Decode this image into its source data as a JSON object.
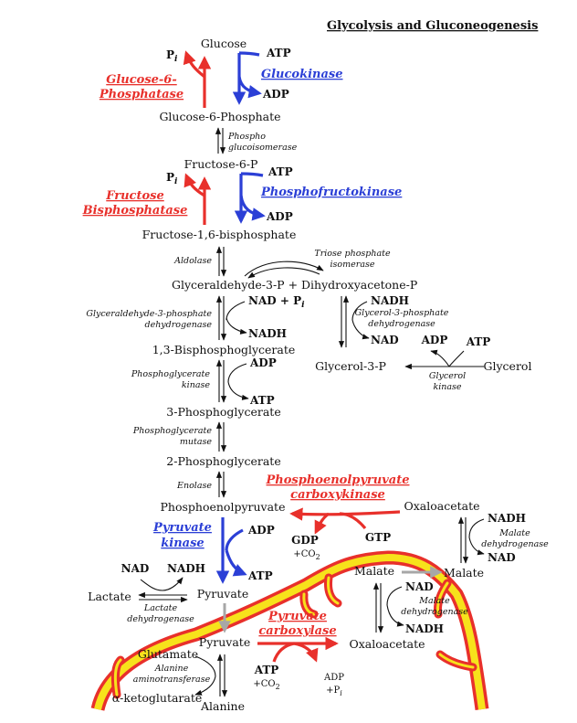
{
  "title": "Glycolysis and Gluconeogenesis",
  "metabolites": {
    "glucose": "Glucose",
    "g6p": "Glucose-6-Phosphate",
    "f6p": "Fructose-6-P",
    "f16bp": "Fructose-1,6-bisphosphate",
    "gap_dhap": "Glyceraldehyde-3-P + Dihydroxyacetone-P",
    "bpg13": "1,3-Bisphosphoglycerate",
    "pg3": "3-Phosphoglycerate",
    "pg2": "2-Phosphoglycerate",
    "pep": "Phosphoenolpyruvate",
    "oaa_top": "Oxaloacetate",
    "pyruvate_cyto": "Pyruvate",
    "lactate": "Lactate",
    "malate_left": "Malate",
    "malate_right": "Malate",
    "pyruvate_mito": "Pyruvate",
    "oaa_mito": "Oxaloacetate",
    "glutamate": "Glutamate",
    "alpha_kg": "α-ketoglutarate",
    "alanine": "Alanine",
    "glycerol3p": "Glycerol-3-P",
    "glycerol": "Glycerol"
  },
  "enzymes": {
    "g6pase_1": "Glucose-6-",
    "g6pase_2": "Phosphatase",
    "glucokinase": "Glucokinase",
    "pgi_1": "Phospho",
    "pgi_2": "glucoisomerase",
    "fbpase_1": "Fructose",
    "fbpase_2": "Bisphosphatase",
    "pfk": "Phosphofructokinase",
    "aldolase": "Aldolase",
    "tpi_1": "Triose phosphate",
    "tpi_2": "isomerase",
    "gapdh_1": "Glyceraldehyde-3-phosphate",
    "gapdh_2": "dehydrogenase",
    "g3pdh_1": "Glycerol-3-phosphate",
    "g3pdh_2": "dehydrogenase",
    "pgk_1": "Phosphoglycerate",
    "pgk_2": "kinase",
    "glycerol_kinase_1": "Glycerol",
    "glycerol_kinase_2": "kinase",
    "pgm_1": "Phosphoglycerate",
    "pgm_2": "mutase",
    "enolase": "Enolase",
    "pepck_1": "Phosphoenolpyruvate",
    "pepck_2": "carboxykinase",
    "mdh_cyto_1": "Malate",
    "mdh_cyto_2": "dehydrogenase",
    "pk_1": "Pyruvate",
    "pk_2": "kinase",
    "ldh_1": "Lactate",
    "ldh_2": "dehydrogenase",
    "mdh_mito_1": "Malate",
    "mdh_mito_2": "dehydrogenase",
    "pc_1": "Pyruvate",
    "pc_2": "carboxylase",
    "alt_1": "Alanine",
    "alt_2": "aminotransferase"
  },
  "cofactors": {
    "pi_1": "P",
    "pi_1_sub": "i",
    "atp_1": "ATP",
    "adp_1": "ADP",
    "pi_2": "P",
    "pi_2_sub": "i",
    "atp_2": "ATP",
    "adp_2": "ADP",
    "nad_pi": "NAD + P",
    "nad_pi_sub": "i",
    "nadh_1": "NADH",
    "nadh_g3p": "NADH",
    "nad_g3p": "NAD",
    "adp_glycerol": "ADP",
    "atp_glycerol": "ATP",
    "adp_pgk": "ADP",
    "atp_pgk": "ATP",
    "gdp": "GDP",
    "co2_pepck": "+CO",
    "co2_pepck_sub": "2",
    "gtp": "GTP",
    "nadh_mdh_cyto": "NADH",
    "nad_mdh_cyto": "NAD",
    "adp_pk": "ADP",
    "atp_pk": "ATP",
    "nad_ldh": "NAD",
    "nadh_ldh": "NADH",
    "nad_mdh_mito": "NAD",
    "nadh_mdh_mito": "NADH",
    "atp_pc": "ATP",
    "co2_pc": "+CO",
    "co2_pc_sub": "2",
    "adp_pc": "ADP",
    "pi_pc": "+P",
    "pi_pc_sub": "i"
  },
  "colors": {
    "gluconeogenesis": "#e8302b",
    "glycolysis": "#2b3fd6",
    "mitochondrion_fill": "#f7e21b",
    "mitochondrion_border": "#e8302b",
    "transport": "#a7a7a7"
  }
}
